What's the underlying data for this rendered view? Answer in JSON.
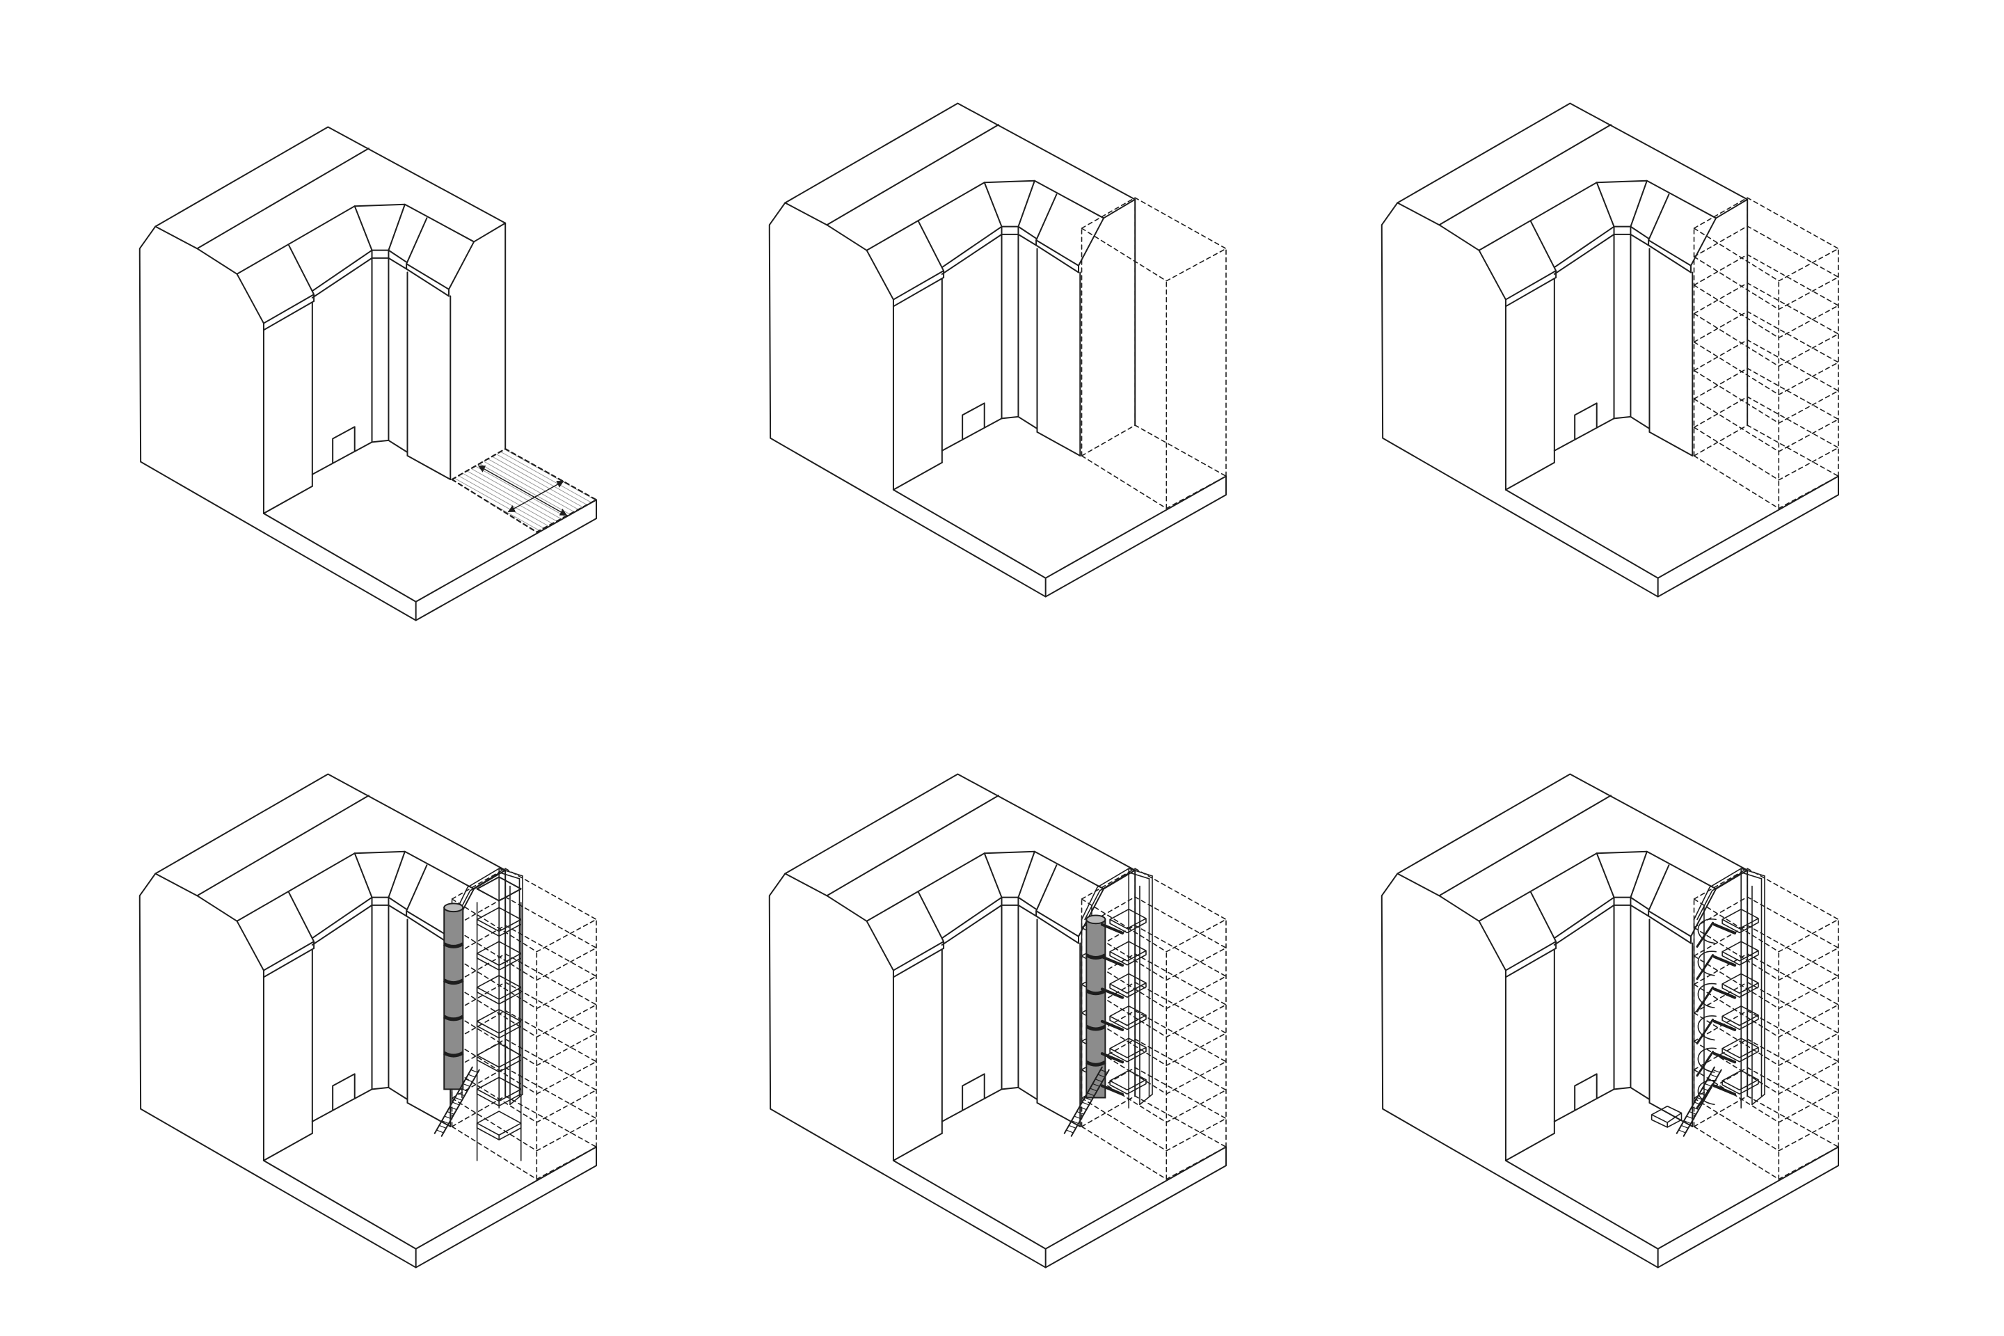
{
  "figure": {
    "background": "#ffffff",
    "line_color": "#1e1e1e",
    "shaft_fill": "#8c8c8c",
    "hatch_color": "#9a9a9a"
  },
  "panels": [
    {
      "features": [
        "terrace"
      ]
    },
    {
      "features": [
        "volume"
      ]
    },
    {
      "features": [
        "volume",
        "floors"
      ]
    },
    {
      "features": [
        "volume",
        "floors",
        "shaft",
        "cylinder",
        "balconies",
        "stair"
      ]
    },
    {
      "features": [
        "volume",
        "floors",
        "shaft",
        "cylinder",
        "landings",
        "stair"
      ]
    },
    {
      "features": [
        "volume",
        "floors",
        "shaft",
        "spiral",
        "landings",
        "stair",
        "step-block"
      ]
    }
  ]
}
